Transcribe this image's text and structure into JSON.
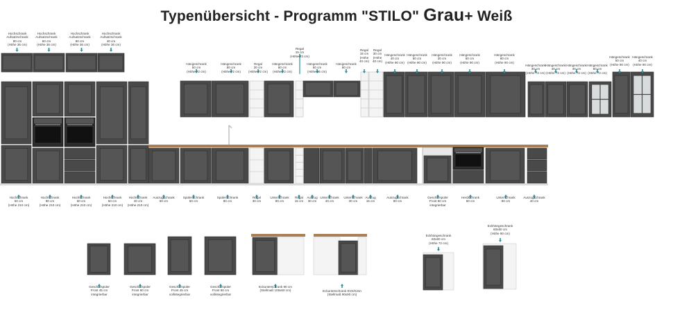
{
  "title": {
    "main": "Typenübersicht - Programm \"STILO\"",
    "grau": "Grau",
    "rest": "+ Weiß"
  },
  "colors": {
    "body": "#4a4949",
    "body_dark": "#3b3a3a",
    "door_inner": "#565555",
    "panel_line": "#2e2d2d",
    "white": "#f4f4f4",
    "counter": "#a97f54",
    "arrow": "#2e8f95"
  },
  "top_labels": [
    "Hochschrank\nAufsatzschrank\n80 cm\n(Höhe 36 cm)",
    "Hochschrank\nAufsatzschrank\n50 cm\n(Höhe 36 cm)",
    "Hochschrank\nAufsatzschrank\n80 cm\n(Höhe 36 cm)",
    "Hochschrank\nAufsatzschrank\n40 cm\n(Höhe 36 cm)",
    "Hängeschrank\n50 cm\n(Höhe 72 cm)",
    "Hängeschrank\n80 cm\n(Höhe 72 cm)",
    "Regal\n30 cm\n(Höhe 72 cm)",
    "Hängeschrank\n60 cm\n(Höhe 72 cm)",
    "Regal\n15 cm\n(Höhe 72 cm)",
    "Hängeschrank\n50 cm\n(Höhe 36 cm)",
    "Hängeschrank\n80 cm",
    "Regal\n15 cm\n(Höhe\n40 cm)",
    "Regal\n30 cm\n(Höhe\n40 cm)",
    "Hängeschrank\n40 cm\n(Höhe 90 cm)",
    "Hängeschrank\n60 cm\n(Höhe 90 cm)",
    "Hängeschrank\n30 cm\n(Höhe 90 cm)",
    "Hängeschrank\n60 cm\n(Höhe 90 cm)",
    "Hängeschrank\n80 cm\n(Höhe 90 cm)",
    "Hängeschrank\n30 cm\n(Höhe 72 cm)",
    "Hängeschrank\n40 cm\n(Höhe 72 cm)",
    "Hängeschrank\n40 cm\n(Höhe 72 cm)",
    "Hängeschrank\n50 cm\n(Höhe 72 cm)",
    "Hängeschrank\n50 cm\n(Höhe 90 cm)",
    "Hängeschrank\n40 cm\n(Höhe 90 cm)"
  ],
  "bottom_labels": [
    "Hochschrank\n50 cm\n(Höhe 210 cm)",
    "Hochschrank\n80 cm\n(Höhe 210 cm)",
    "Hochschrank\n60 cm\n(Höhe 210 cm)",
    "Hochschrank\n50 cm\n(Höhe 210 cm)",
    "Hochschrank\n40 cm\n(Höhe 210 cm)",
    "Auszugschrank\n60 cm",
    "Spülenschrank\n50 cm",
    "Spülenschrank\n80 cm",
    "Regal\n30 cm",
    "Unterschrank\n80 cm",
    "Regal\n15 cm",
    "Auszug\n30 cm",
    "Unterschrank\n40 cm",
    "Unterschrank\n30 cm",
    "Auszug\n15 cm",
    "Auszugschrank\n80 cm",
    "Geschirrspüler\nFront 60 cm\nintegrierbar",
    "Herdschrank\n60 cm",
    "Unterschrank\n80 cm",
    "Auszugschrank\n40 cm"
  ],
  "lower_labels": [
    "Geschirrspüler\nFront 45 cm\nintegrierbar",
    "Geschirrspüler\nFront 60 cm\nintegrierbar",
    "Geschirrspüler\nFront 45 cm\nvollintegrierbar",
    "Geschirrspüler\nFront 60 cm\nvollintegrierbar",
    "Eckunterschrank 90 cm\n(Stellmaß 105x60 cm)",
    "Eckunterschrank 8VS/Kirsn\n(Stellmaß 90x90 cm)",
    "Eckhängeschrank\n60x60 cm\n(Höhe 72 cm)",
    "Eckhängeschrank\n60x60 cm\n(Höhe 90 cm)"
  ]
}
